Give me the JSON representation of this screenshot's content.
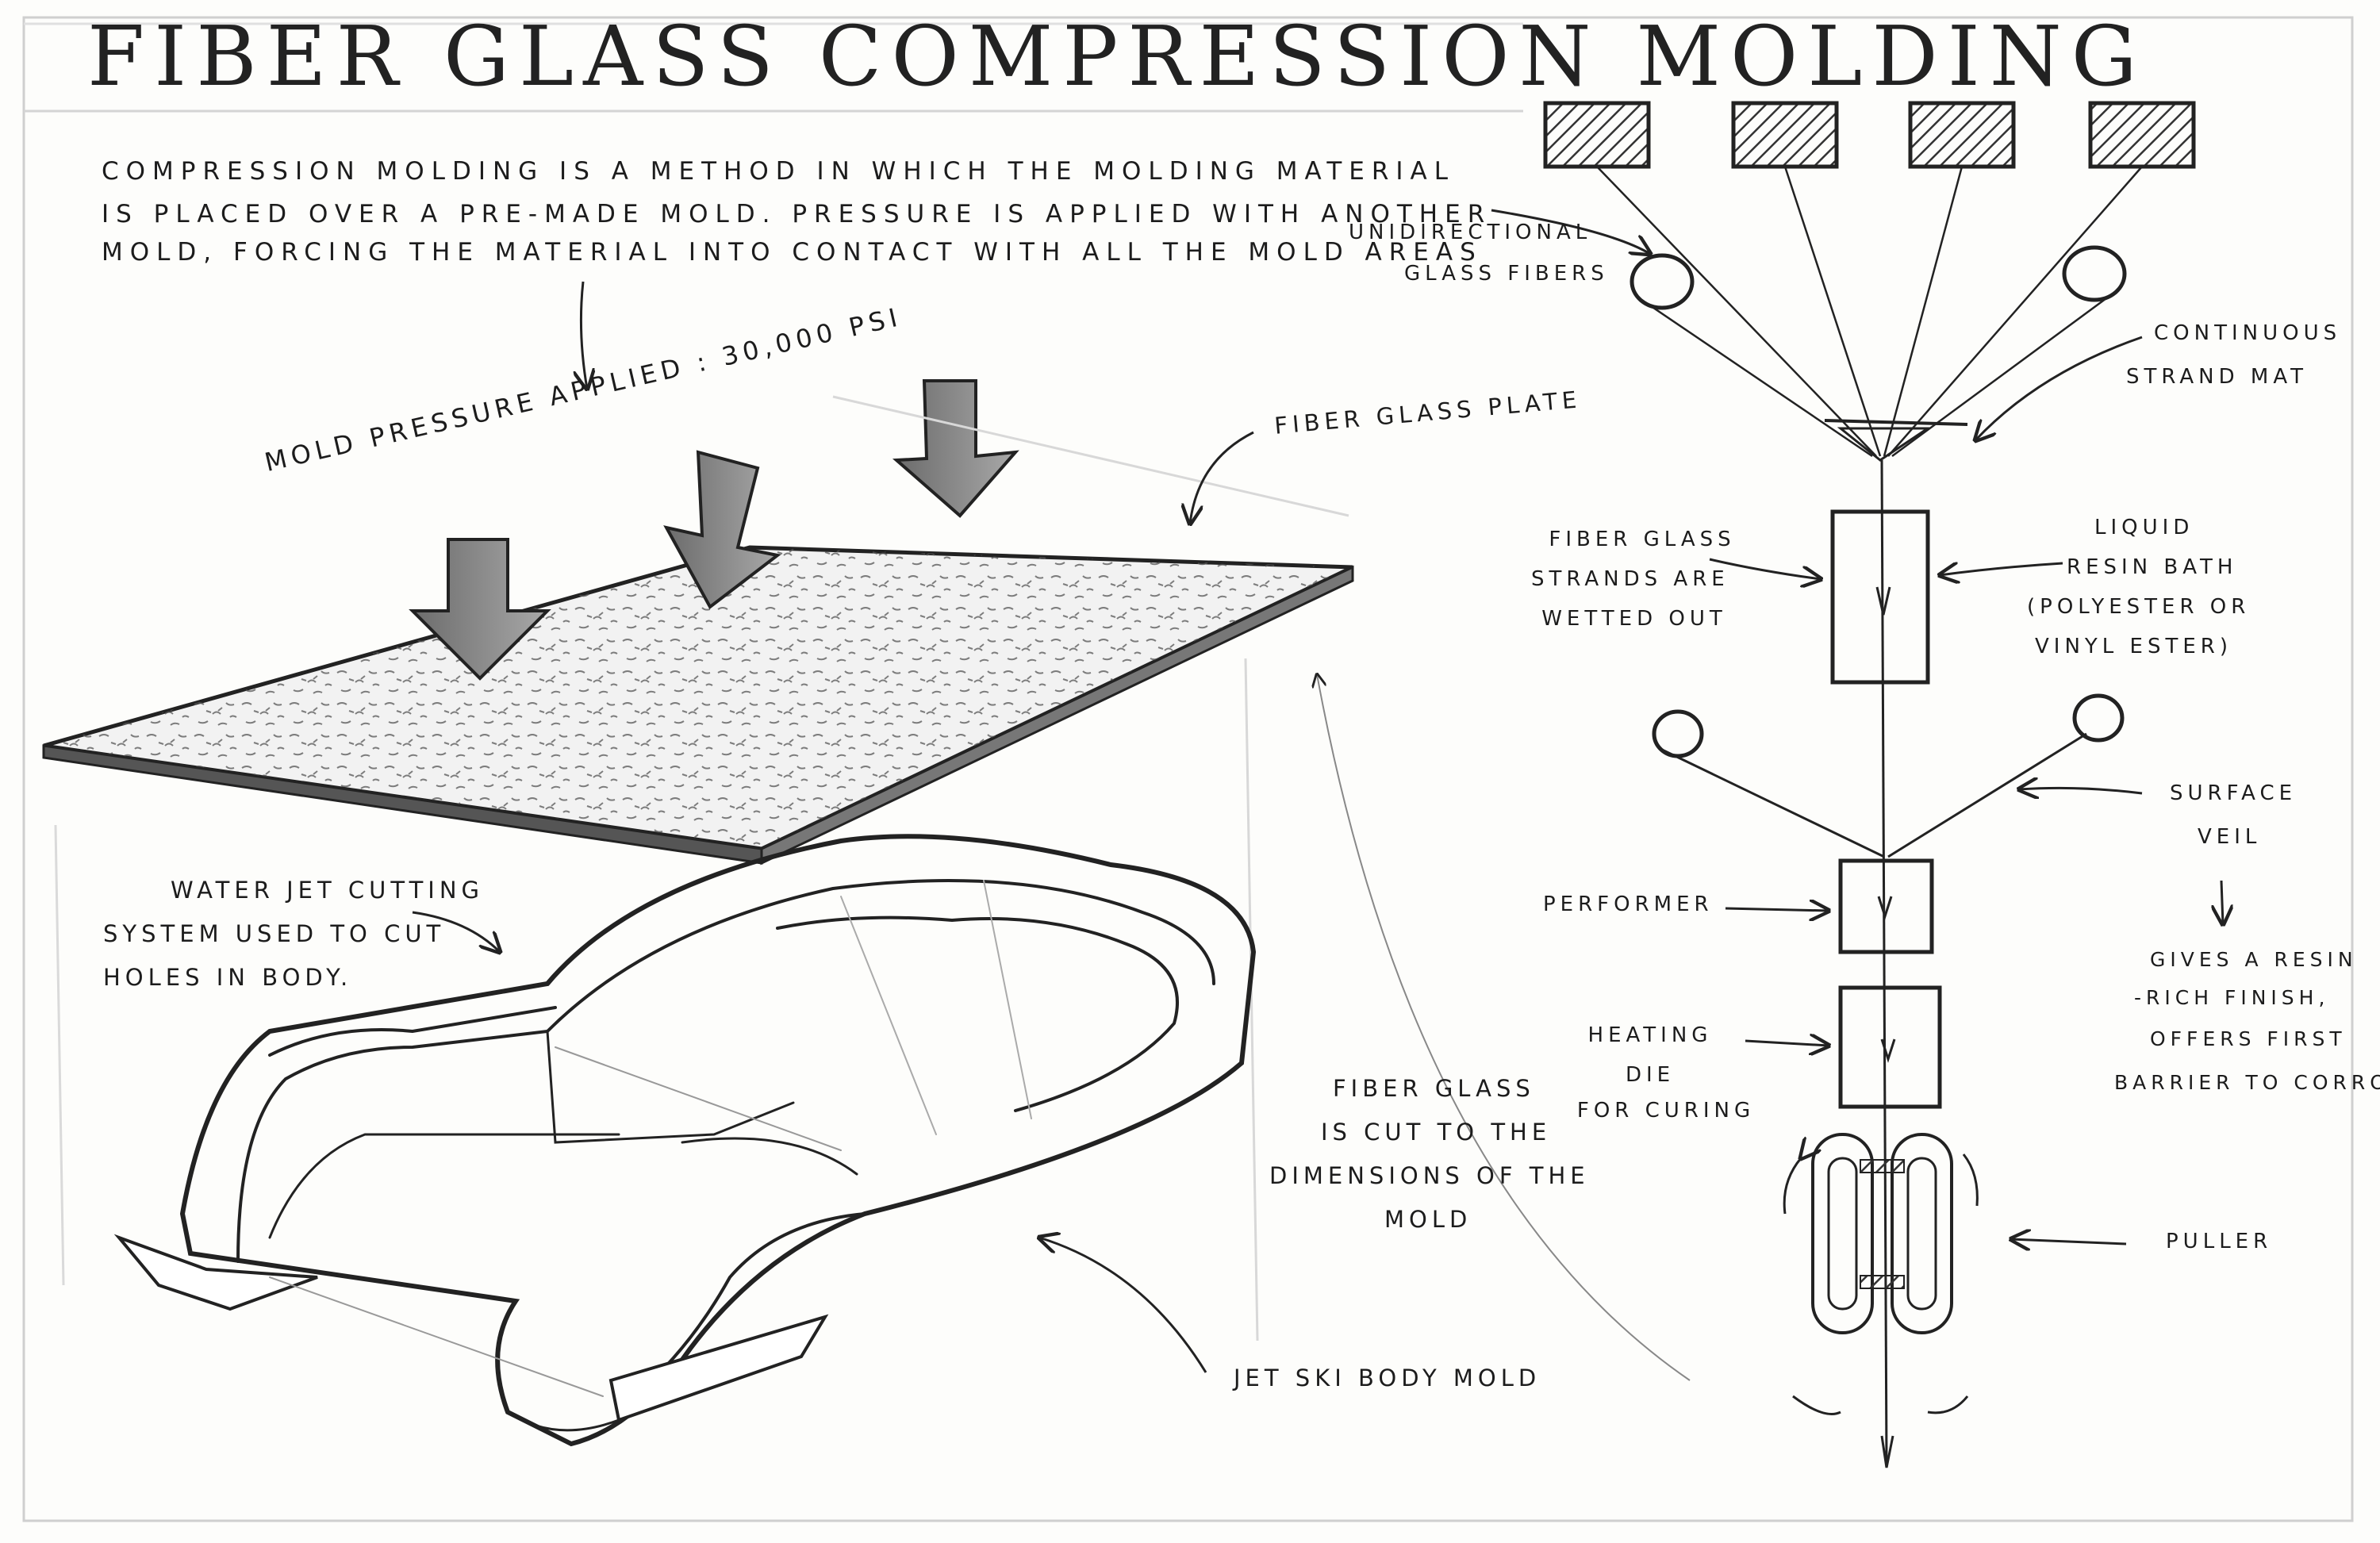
{
  "title": "Fiber Glass Compression Molding",
  "intro": [
    "Compression molding is a method in which the molding material",
    "is placed over a pre-made mold. Pressure is applied with another",
    "mold, forcing the material into contact with all the mold areas"
  ],
  "mold_pressure_label": "Mold Pressure Applied : 30,000 PSI",
  "fiber_glass_plate_label": "Fiber Glass Plate",
  "water_jet": [
    "Water Jet Cutting",
    "System used to cut",
    "holes in Body."
  ],
  "fiber_glass_cut": [
    "Fiber Glass",
    "is cut to the",
    "dimensions of the",
    "mold"
  ],
  "jetski_label": "Jet Ski Body Mold",
  "process": {
    "unidirectional_fibers": [
      "Unidirectional",
      "Glass Fibers"
    ],
    "continuous_strand_mat": [
      "Continuous",
      "Strand Mat"
    ],
    "wetted_out": [
      "Fiber Glass",
      "Strands are",
      "Wetted out"
    ],
    "resin_bath": [
      "Liquid",
      "Resin Bath",
      "(Polyester or",
      "Vinyl Ester)"
    ],
    "surface_veil": [
      "Surface",
      "Veil"
    ],
    "veil_note": [
      "Gives a resin",
      "-rich finish,",
      "offers first",
      "barrier to corrosio"
    ],
    "performer": "Performer",
    "heating_die": [
      "Heating",
      "Die",
      "For Curing"
    ],
    "puller": "Puller"
  }
}
